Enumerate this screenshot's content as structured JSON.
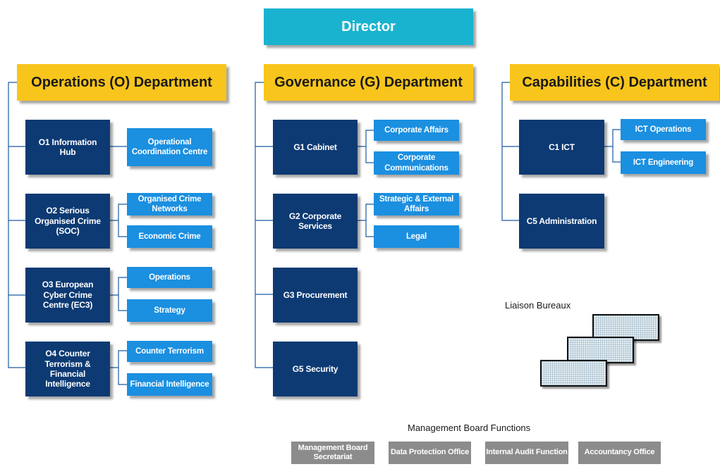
{
  "director": "Director",
  "departments": {
    "operations": {
      "title": "Operations (O) Department",
      "units": [
        {
          "label": "O1 Information Hub",
          "subs": [
            "Operational Coordination Centre"
          ]
        },
        {
          "label": "O2 Serious Organised Crime (SOC)",
          "subs": [
            "Organised Crime Networks",
            "Economic Crime"
          ]
        },
        {
          "label": "O3 European Cyber Crime Centre (EC3)",
          "subs": [
            "Operations",
            "Strategy"
          ]
        },
        {
          "label": "O4 Counter Terrorism & Financial Intelligence",
          "subs": [
            "Counter Terrorism",
            "Financial Intelligence"
          ]
        }
      ]
    },
    "governance": {
      "title": "Governance (G) Department",
      "units": [
        {
          "label": "G1 Cabinet",
          "subs": [
            "Corporate Affairs",
            "Corporate Communications"
          ]
        },
        {
          "label": "G2 Corporate Services",
          "subs": [
            "Strategic & External Affairs",
            "Legal"
          ]
        },
        {
          "label": "G3 Procurement",
          "subs": []
        },
        {
          "label": "G5 Security",
          "subs": []
        }
      ]
    },
    "capabilities": {
      "title": "Capabilities (C) Department",
      "units": [
        {
          "label": "C1 ICT",
          "subs": [
            "ICT Operations",
            "ICT Engineering"
          ]
        },
        {
          "label": "C5 Administration",
          "subs": []
        }
      ]
    }
  },
  "liaison": {
    "label": "Liaison Bureaux"
  },
  "management_board": {
    "label": "Management Board Functions",
    "items": [
      "Management Board Secretariat",
      "Data Protection Office",
      "Internal Audit Function",
      "Accountancy Office"
    ]
  },
  "colors": {
    "director": "#1ab3cf",
    "department": "#f8c51c",
    "unit": "#0d3a73",
    "sub_unit": "#1b8fe0",
    "board_function": "#8c8c8c"
  }
}
